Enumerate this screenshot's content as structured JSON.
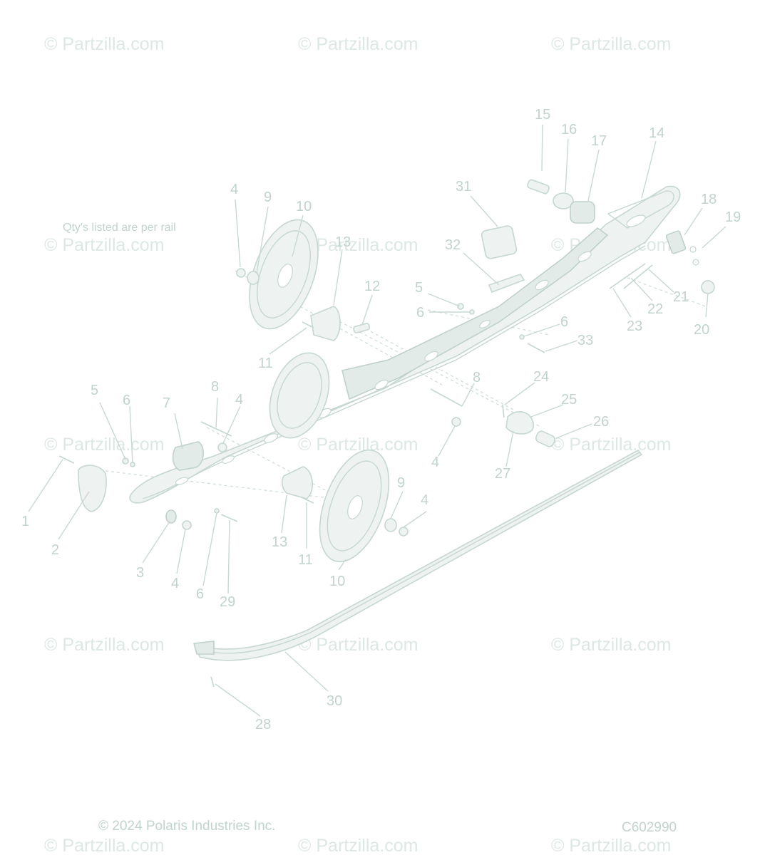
{
  "watermark": "© Partzilla.com",
  "note": "Qty's listed are per rail",
  "copyright": "© 2024 Polaris Industries Inc.",
  "diagram_code": "C602990",
  "callouts": {
    "c15": "15",
    "c16": "16",
    "c17": "17",
    "c14": "14",
    "c31": "31",
    "c18": "18",
    "c19": "19",
    "c4a": "4",
    "c9a": "9",
    "c10a": "10",
    "c13a": "13",
    "c32": "32",
    "c12": "12",
    "c5a": "5",
    "c6a": "6",
    "c21": "21",
    "c22": "22",
    "c20": "20",
    "c23": "23",
    "c6b": "6",
    "c33": "33",
    "c11a": "11",
    "c24": "24",
    "c8a": "8",
    "c25": "25",
    "c5b": "5",
    "c6c": "6",
    "c8b": "8",
    "c4b": "4",
    "c26": "26",
    "c7": "7",
    "c4c": "4",
    "c27": "27",
    "c9b": "9",
    "c4d": "4",
    "c1": "1",
    "c13b": "13",
    "c11b": "11",
    "c2": "2",
    "c3": "3",
    "c4e": "4",
    "c6d": "6",
    "c29": "29",
    "c10b": "10",
    "c30": "30",
    "c28": "28"
  }
}
